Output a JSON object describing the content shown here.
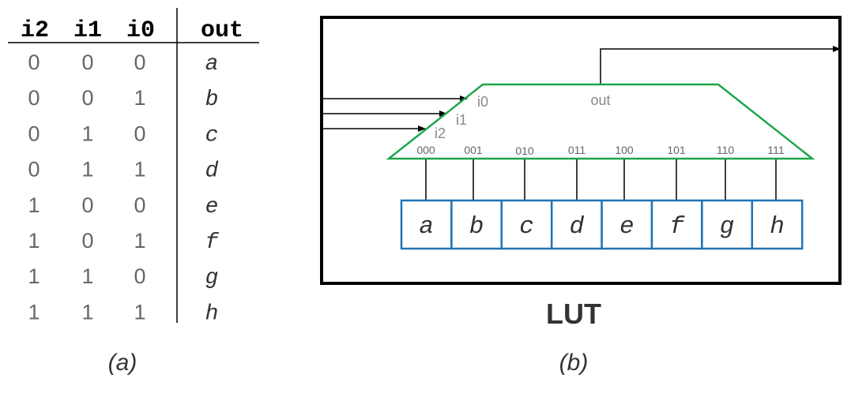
{
  "truth_table": {
    "headers": [
      "i2",
      "i1",
      "i0",
      "out"
    ],
    "rows": [
      [
        "0",
        "0",
        "0",
        "a"
      ],
      [
        "0",
        "0",
        "1",
        "b"
      ],
      [
        "0",
        "1",
        "0",
        "c"
      ],
      [
        "0",
        "1",
        "1",
        "d"
      ],
      [
        "1",
        "0",
        "0",
        "e"
      ],
      [
        "1",
        "0",
        "1",
        "f"
      ],
      [
        "1",
        "1",
        "0",
        "g"
      ],
      [
        "1",
        "1",
        "1",
        "h"
      ]
    ]
  },
  "lut": {
    "title": "LUT",
    "output_label": "out",
    "input_labels": [
      "i0",
      "i1",
      "i2"
    ],
    "select_codes": [
      "000",
      "001",
      "010",
      "011",
      "100",
      "101",
      "110",
      "111"
    ],
    "cells": [
      "a",
      "b",
      "c",
      "d",
      "e",
      "f",
      "g",
      "h"
    ]
  },
  "captions": {
    "left": "(a)",
    "right": "(b)"
  },
  "colors": {
    "mux": "#1ea64b",
    "cells": "#1f73b7",
    "text_gray": "#888888",
    "label_gray": "#666666",
    "caption": "#333333"
  }
}
